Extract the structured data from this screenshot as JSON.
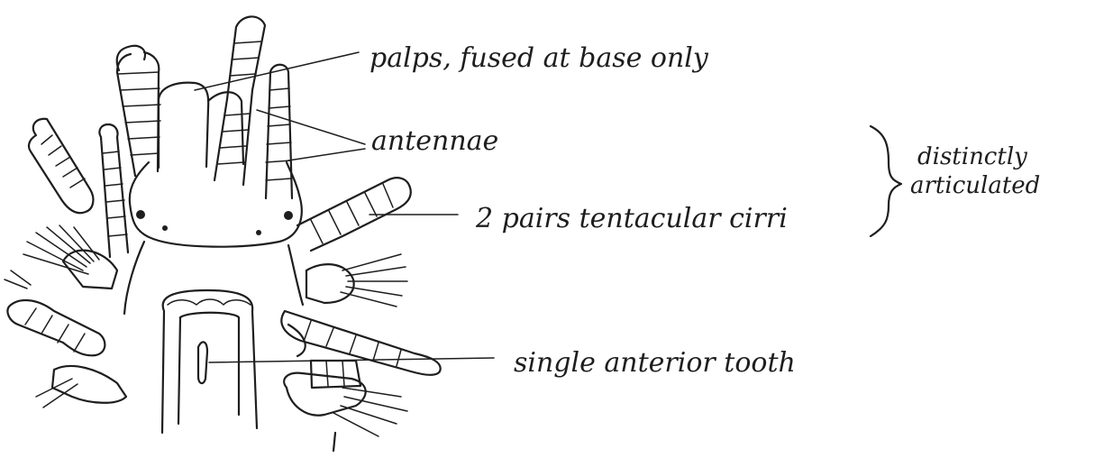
{
  "labels": {
    "palps": "palps, fused at base only",
    "antennae": "antennae",
    "tentacular_cirri": "2 pairs tentacular cirri",
    "bracket_line1": "distinctly",
    "bracket_line2": "articulated",
    "tooth": "single anterior tooth"
  },
  "ink_color": "#1e1e1e"
}
